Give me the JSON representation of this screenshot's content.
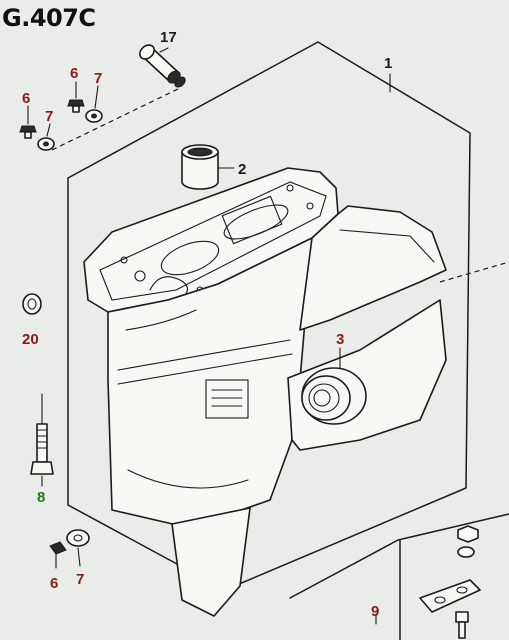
{
  "page": {
    "code": "G.407C"
  },
  "callouts": [
    {
      "id": "c1",
      "label": "1",
      "color": "#1a1a1a"
    },
    {
      "id": "c2",
      "label": "2",
      "color": "#1a1a1a"
    },
    {
      "id": "c3",
      "label": "3",
      "color": "#8b1a1a"
    },
    {
      "id": "c6a",
      "label": "6",
      "color": "#8b1a1a"
    },
    {
      "id": "c7a",
      "label": "7",
      "color": "#8b1a1a"
    },
    {
      "id": "c6b",
      "label": "6",
      "color": "#8b1a1a"
    },
    {
      "id": "c7b",
      "label": "7",
      "color": "#8b1a1a"
    },
    {
      "id": "c17",
      "label": "17",
      "color": "#1a1a1a"
    },
    {
      "id": "c20",
      "label": "20",
      "color": "#8b1a1a"
    },
    {
      "id": "c8",
      "label": "8",
      "color": "#1f7a1f"
    },
    {
      "id": "c6c",
      "label": "6",
      "color": "#8b1a1a"
    },
    {
      "id": "c7c",
      "label": "7",
      "color": "#8b1a1a"
    },
    {
      "id": "c9",
      "label": "9",
      "color": "#8b1a1a"
    }
  ]
}
